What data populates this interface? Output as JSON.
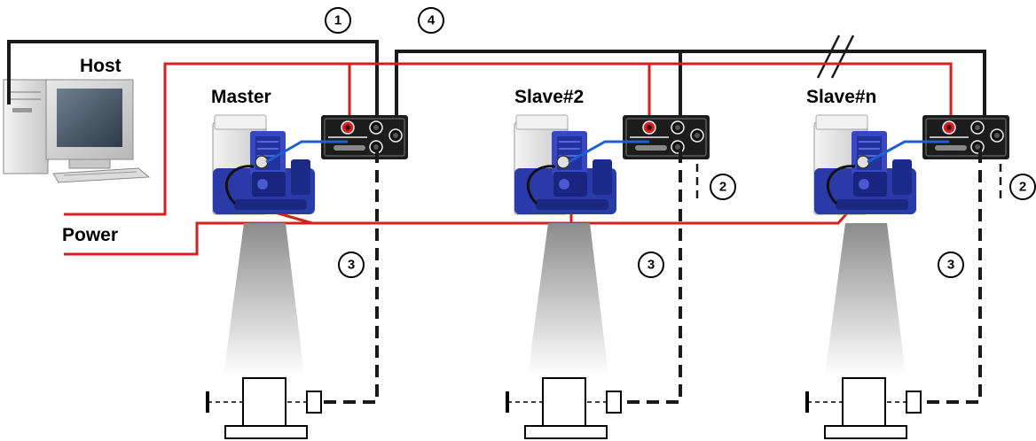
{
  "labels": {
    "host": "Host",
    "power": "Power",
    "master": "Master",
    "slave2": "Slave#2",
    "slaven": "Slave#n"
  },
  "callouts": {
    "c1": "1",
    "c4": "4",
    "c2a": "2",
    "c2b": "2",
    "c3a": "3",
    "c3b": "3",
    "c3c": "3"
  },
  "colors": {
    "power_line": "#d42020",
    "data_line": "#1a1a1a",
    "scanner_body": "#2a3aa8",
    "blue_cable": "#1e5fd0"
  },
  "icons": [
    "host-computer-icon",
    "scanner-icon",
    "junction-box-icon",
    "encoder-icon",
    "line-break-icon"
  ]
}
